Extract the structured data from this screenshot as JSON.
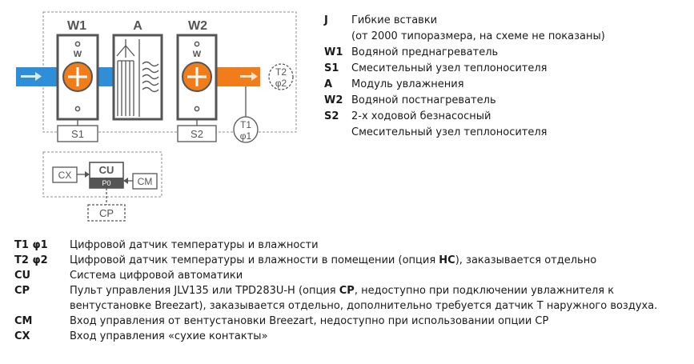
{
  "scheme": {
    "labels": {
      "w1": "W1",
      "a": "A",
      "w2": "W2",
      "w_small": "W",
      "s1": "S1",
      "s2": "S2",
      "t1": "T1",
      "phi1": "φ1",
      "t2": "T2",
      "phi2": "φ2",
      "cu": "CU",
      "p0": "P0",
      "cx": "CX",
      "cm": "CM",
      "cp": "CP"
    },
    "colors": {
      "inlet": "#2e8fd8",
      "outlet": "#f07d1a",
      "frame": "#8c8c8c",
      "panel": "#555555"
    }
  },
  "right_legend": [
    {
      "code": "J",
      "text": "Гибкие вставки"
    },
    {
      "code": "",
      "text": "(от 2000 типоразмера, на схеме не показаны)"
    },
    {
      "code": "W1",
      "text": "Водяной преднагреватель"
    },
    {
      "code": "S1",
      "text": "Смесительный узел теплоносителя"
    },
    {
      "code": "A",
      "text": "Модуль увлажнения"
    },
    {
      "code": "W2",
      "text": "Водяной постнагреватель"
    },
    {
      "code": "S2",
      "text": "2-х ходовой безнасосный"
    },
    {
      "code": "",
      "text": "Смесительный узел теплоносителя"
    }
  ],
  "bottom_legend": {
    "t1": {
      "code": "T1 φ1",
      "text": "Цифровой датчик температуры и влажности"
    },
    "t2": {
      "code": "T2 φ2",
      "text_a": "Цифровой датчик температуры и влажности в помещении (опция ",
      "text_b": "НС",
      "text_c": "), заказывается отдельно"
    },
    "cu": {
      "code": "CU",
      "text": "Система цифровой автоматики"
    },
    "cp": {
      "code": "CP",
      "text_a": "Пульт управления JLV135 или TPD283U-H (опция ",
      "text_b": "CP",
      "text_c": ", недоступно при подключении увлажнителя к",
      "text_d": "вентустановке Breezart), заказывается отдельно, дополнительно требуется датчик Т наружного воздуха."
    },
    "cm": {
      "code": "CM",
      "text": "Вход управления от вентустановки Breezart, недоступно при использовании опции CP"
    },
    "cx": {
      "code": "CX",
      "text": "Вход управления «сухие контакты»"
    }
  }
}
